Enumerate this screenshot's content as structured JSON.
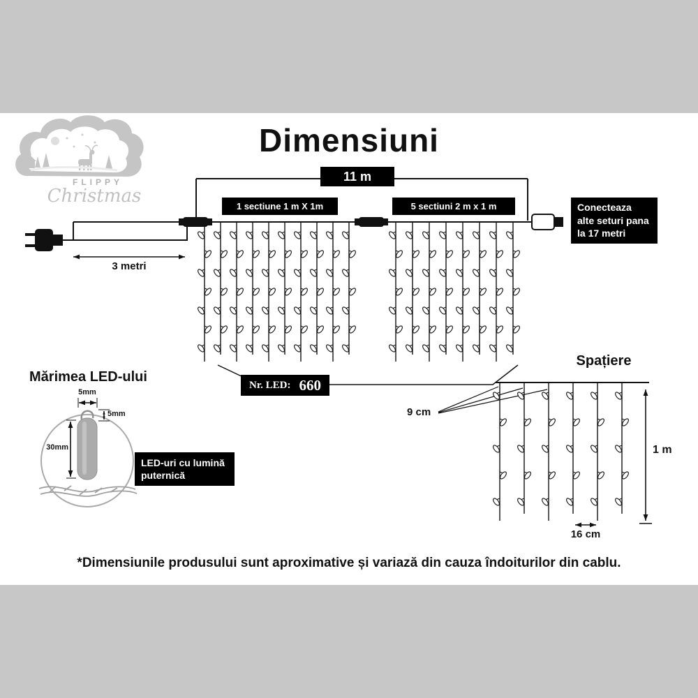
{
  "header": {
    "title": "Dimensiuni"
  },
  "logo": {
    "brand": "FLIPPY",
    "script": "Christmas"
  },
  "top_diagram": {
    "total_width": "11 m",
    "section1": "1 sectiune 1 m X 1m",
    "section2": "5 sectiuni 2 m x 1 m",
    "connect_line1": "Conecteaza",
    "connect_line2": "alte seturi pana",
    "connect_line3": "la 17 metri",
    "lead_length": "3 metri",
    "led_count_label": "Nr. LED:",
    "led_count_value": "660"
  },
  "spacing_diagram": {
    "title": "Spațiere",
    "strand_gap": "9 cm",
    "height": "1 m",
    "bottom_gap": "16 cm"
  },
  "led_detail": {
    "title": "Mărimea LED-ului",
    "bulb_width": "5mm",
    "hook_height": "5mm",
    "bulb_length": "30mm",
    "note_line1": "LED-uri cu lumină",
    "note_line2": "puternică"
  },
  "footer": {
    "disclaimer": "*Dimensiunile produsului sunt aproximative și variază din cauza îndoiturilor din cablu."
  },
  "curtains": {
    "curtain1": {
      "strands": 10,
      "lights_per_strand": 7
    },
    "curtain2": {
      "strands": 8,
      "lights_per_strand": 7
    },
    "spacing": {
      "strands": 6,
      "lights_per_strand": 5
    }
  },
  "colors": {
    "line": "#111111",
    "band_gray": "#c7c7c7",
    "logo_gray": "#c5c5c5",
    "box_black": "#000000"
  }
}
